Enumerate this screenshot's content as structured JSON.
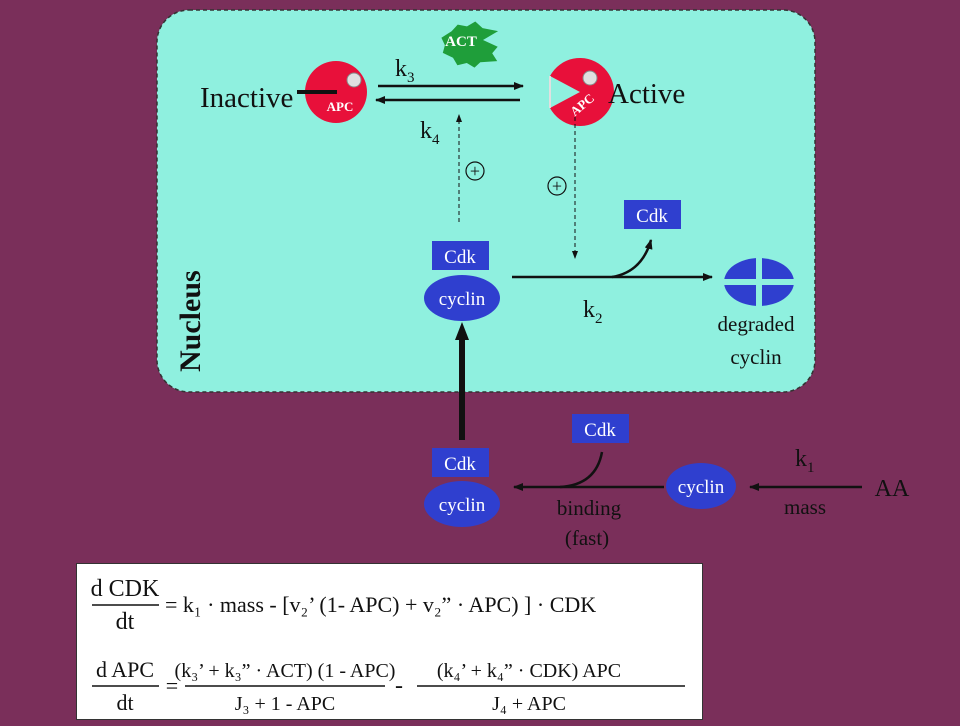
{
  "colors": {
    "background": "#7a2f5a",
    "nucleus_fill": "#8ff0df",
    "molecule_blue": "#2f3fcf",
    "apc_red": "#e8103a",
    "act_green": "#1f9e3a",
    "text_dark": "#111111",
    "text_white": "#ffffff"
  },
  "nucleus": {
    "label": "Nucleus"
  },
  "act": {
    "label": "ACT"
  },
  "apc": {
    "inactive_label": "Inactive",
    "active_label": "Active",
    "apc_text": "APC",
    "k3": {
      "base": "k",
      "sub": "3"
    },
    "k4": {
      "base": "k",
      "sub": "4"
    }
  },
  "plus_symbol": "+",
  "complex_nucleus": {
    "cdk": "Cdk",
    "cyclin": "cyclin"
  },
  "released_cdk": "Cdk",
  "k2": {
    "base": "k",
    "sub": "2"
  },
  "degraded": {
    "line1": "degraded",
    "line2": "cyclin"
  },
  "cytoplasm": {
    "complex_cdk": "Cdk",
    "complex_cyclin": "cyclin",
    "binding_cdk": "Cdk",
    "free_cyclin": "cyclin",
    "binding_line1": "binding",
    "binding_line2": "(fast)",
    "k1": {
      "base": "k",
      "sub": "1"
    },
    "mass": "mass",
    "aa": "AA"
  },
  "equation1": {
    "num": "d CDK",
    "den": "dt",
    "rhs": "= k₁ · mass - [v₂’ (1- APC) + v₂” · APC) ] · CDK"
  },
  "equation2": {
    "lhs_num": "d APC",
    "lhs_den": "dt",
    "eq": "=",
    "f1_num": "(k₃’ + k₃” · ACT) (1 - APC)",
    "f1_den": "J₃ + 1 - APC",
    "minus": "-",
    "f2_num": "(k₄’ + k₄” · CDK) APC",
    "f2_den": "J₄ + APC"
  }
}
